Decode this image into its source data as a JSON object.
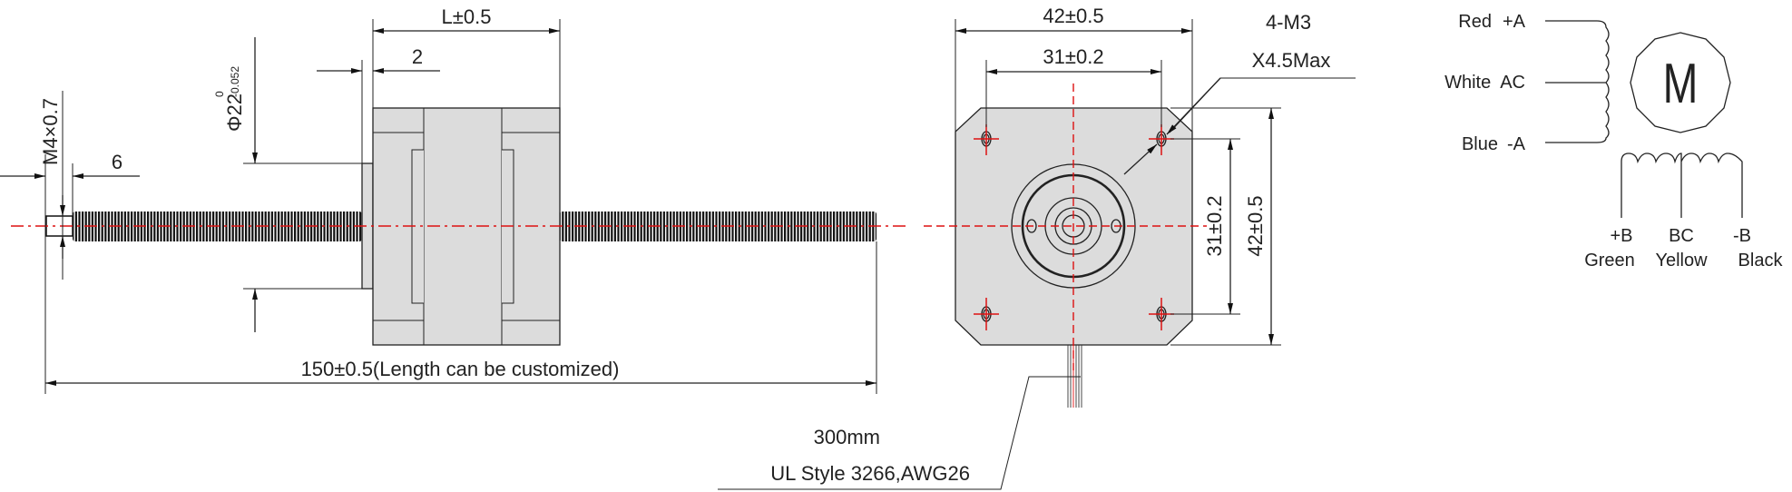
{
  "side_view": {
    "length_dim": "L±0.5",
    "flange_dim": "2",
    "pilot_dim": "Φ22",
    "pilot_tol_upper": "0",
    "pilot_tol_lower": "-0.052",
    "thread_spec": "M4×0.7",
    "thread_end_dim": "6",
    "screw_length": "150±0.5(Length can be customized)"
  },
  "front_view": {
    "width_dim": "42±0.5",
    "hole_spacing_dim": "31±0.2",
    "hole_spec": "4-M3",
    "hole_depth": "X4.5Max",
    "hole_spacing_vertical": "31±0.2",
    "height_dim": "42±0.5",
    "cable_length": "300mm",
    "cable_spec": "UL Style 3266,AWG26"
  },
  "wiring": {
    "motor_symbol": "M",
    "phase_a": [
      {
        "color": "Red",
        "signal": "+A"
      },
      {
        "color": "White",
        "signal": "AC"
      },
      {
        "color": "Blue",
        "signal": "-A"
      }
    ],
    "phase_b": [
      {
        "color": "Green",
        "signal": "+B"
      },
      {
        "color": "Yellow",
        "signal": "BC"
      },
      {
        "color": "Black",
        "signal": "-B"
      }
    ]
  },
  "colors": {
    "centerline": "#dd1111",
    "body_fill": "#dcdcdc"
  }
}
